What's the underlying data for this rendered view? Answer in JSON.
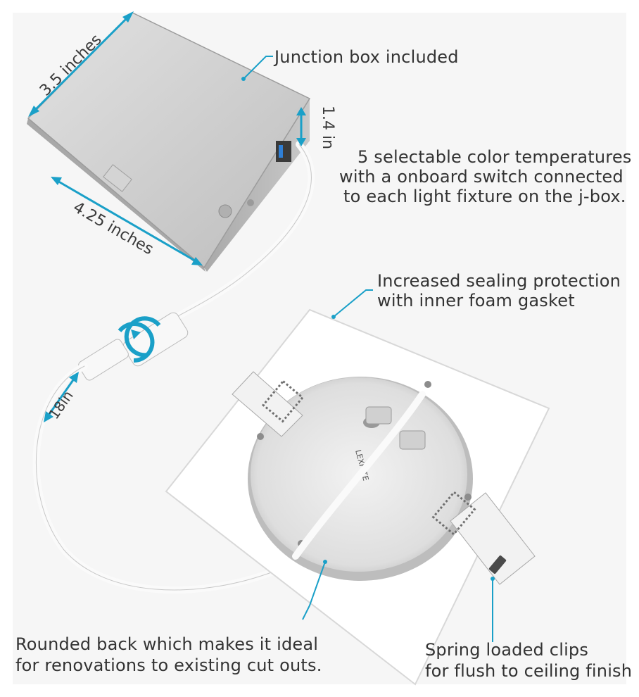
{
  "callouts": {
    "junction_box": "Junction box included",
    "color_temp_line1": "5 selectable color temperatures",
    "color_temp_line2": "with a onboard switch connected",
    "color_temp_line3": "to each light fixture on the j-box.",
    "sealing_line1": "Increased sealing protection",
    "sealing_line2": "with inner foam gasket",
    "rounded_line1": "Rounded back which makes it ideal",
    "rounded_line2": "for renovations to existing cut outs.",
    "spring_line1": "Spring loaded clips",
    "spring_line2": "for flush to ceiling finish"
  },
  "dimensions": {
    "depth": "3.5 inches",
    "height": "1.4 in",
    "width": "4.25 inches",
    "cable": "18in"
  },
  "product_label": {
    "brand": "LEXRITE"
  },
  "colors": {
    "accent": "#1aa0c8",
    "text": "#333333",
    "box_metal": "#c7c7c7",
    "panel": "#ffffff"
  }
}
